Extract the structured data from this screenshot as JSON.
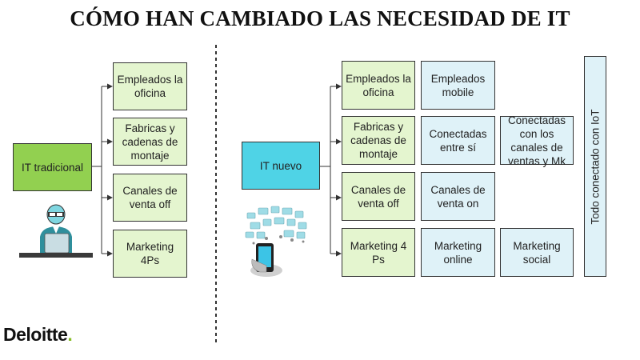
{
  "title": "CÓMO HAN CAMBIADO LAS NECESIDAD DE IT",
  "left": {
    "root": "IT tradicional",
    "items": [
      "Empleados la oficina",
      "Fabricas y cadenas de montaje",
      "Canales de venta off",
      "Marketing 4Ps"
    ]
  },
  "right": {
    "root": "IT nuevo",
    "items": [
      "Empleados la oficina",
      "Fabricas y cadenas de montaje",
      "Canales de venta off",
      "Marketing 4 Ps"
    ],
    "stage2": [
      "Empleados mobile",
      "Conectadas entre sí",
      "Canales de venta on",
      "Marketing online"
    ],
    "stage3": [
      "Conectadas con los canales de ventas y Mk",
      "Marketing social"
    ],
    "vertical": "Todo conectado con IoT"
  },
  "logo": {
    "text": "Deloitte",
    "dot": "."
  },
  "colors": {
    "green": "#e4f5cf",
    "green_strong": "#92d050",
    "blue": "#dff2f8",
    "blue_strong": "#4fd3e6",
    "brand_dot": "#86bc25"
  },
  "icons": [
    "person-laptop-icon",
    "phone-social-cloud-icon"
  ]
}
